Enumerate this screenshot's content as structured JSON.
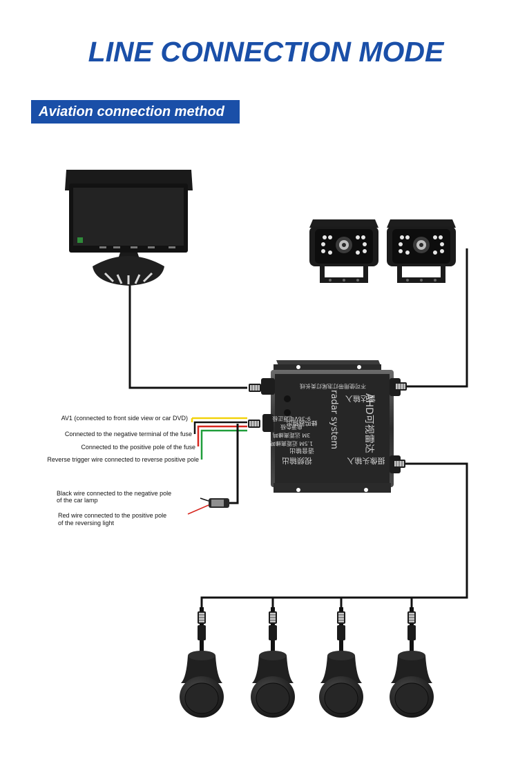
{
  "title": "LINE CONNECTION MODE",
  "section_label": "Aviation connection method",
  "wire_labels": {
    "av1": "AV1 (connected to front side view or car DVD)",
    "fuse_negative": "Connected to the negative terminal of the fuse",
    "fuse_positive": "Connected to the positive pole of the fuse",
    "reverse_trigger": "Reverse trigger wire connected to reverse positive pole",
    "black_wire_1": "Black wire connected to the negative pole",
    "black_wire_2": "of the car lamp",
    "red_wire_1": "Red wire connected to the positive pole",
    "red_wire_2": "of the reversing light"
  },
  "control_box": {
    "video_out": "视频输出",
    "camera_in": "摄像头输入",
    "audio_out": "语音输出",
    "buzzer_out": "蜂鸣器输出",
    "radar_in": "雷达输入",
    "ahd_text": "AHD可视雷达",
    "radar_system": "radar system",
    "spec_1": "1.5M 近距离蜂鸣",
    "spec_2": "3M 远距离蜂鸣",
    "spec_3": "电源负极",
    "spec_4": "9-36V电源正极",
    "footer_note": "不可使用带灯泡尾灯类长线"
  },
  "colors": {
    "title_blue": "#1a4fa8",
    "wire_black": "#111111",
    "wire_yellow": "#f2d20a",
    "wire_red": "#d7261e",
    "wire_green": "#1f9d3a"
  }
}
